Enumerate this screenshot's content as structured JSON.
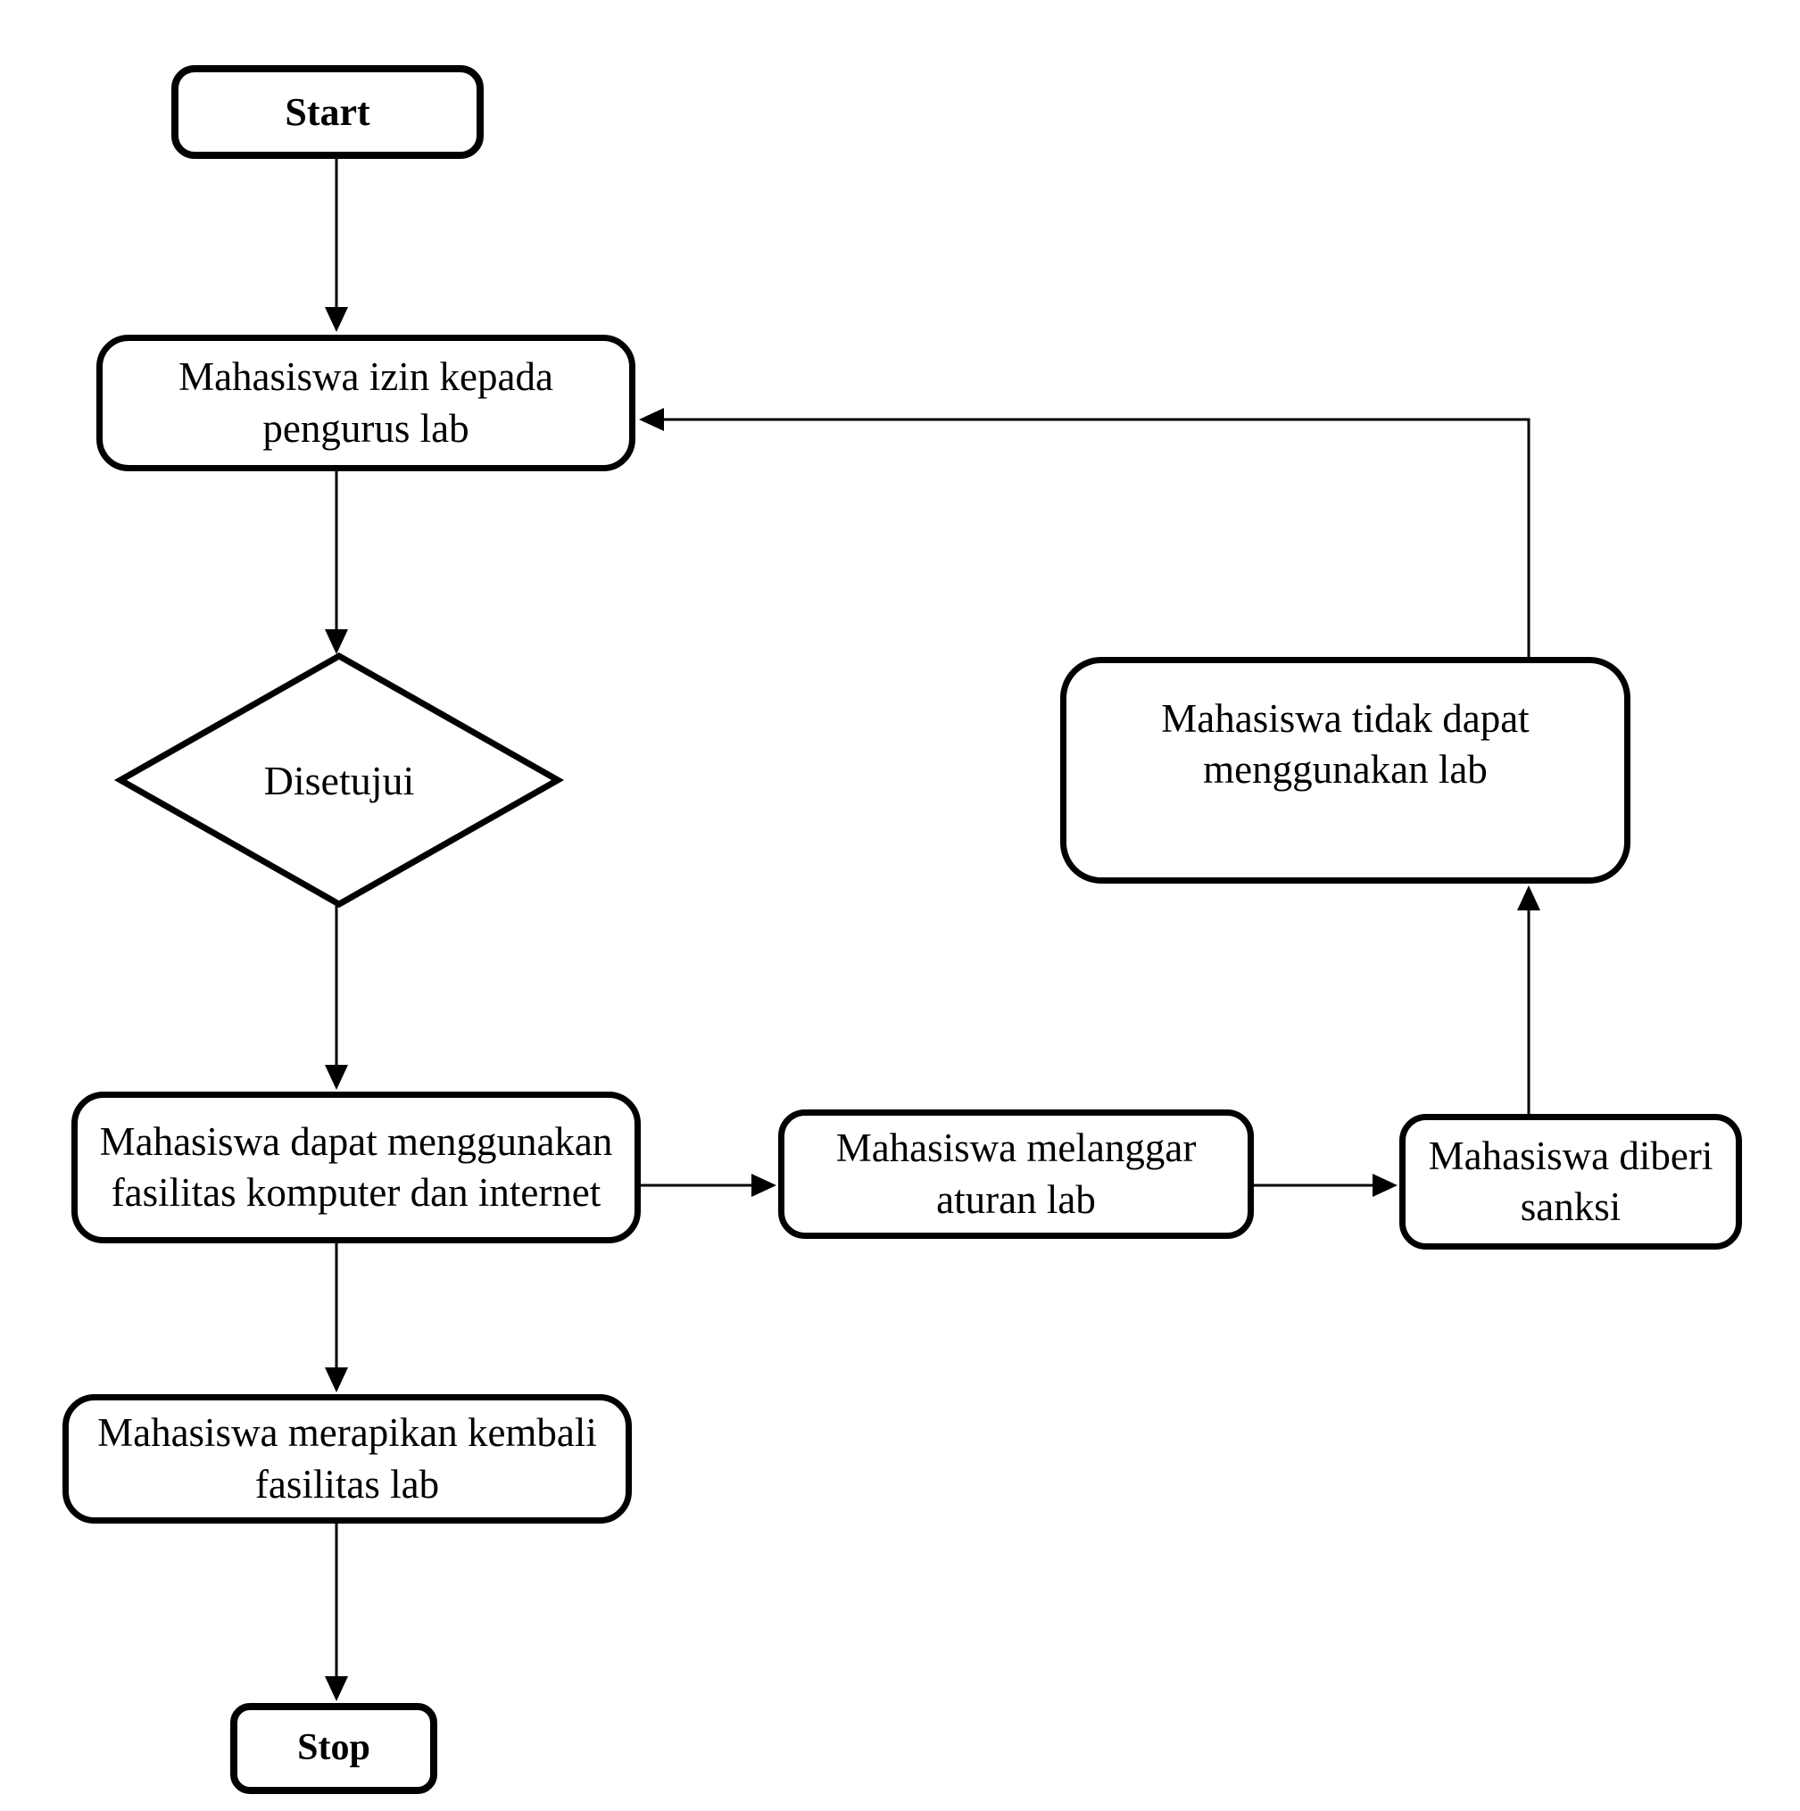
{
  "page": {
    "background_color": "#ffffff",
    "ink_color": "#000000",
    "description": "Flowchart of computer lab usage procedure for students"
  },
  "flowchart": {
    "nodes": {
      "start": {
        "type": "terminator",
        "label": "Start"
      },
      "izin": {
        "type": "process",
        "label": "Mahasiswa izin kepada\npengurus lab"
      },
      "disetujui": {
        "type": "decision",
        "label": "Disetujui"
      },
      "dapat": {
        "type": "process",
        "label": "Mahasiswa dapat menggunakan\nfasilitas komputer dan internet"
      },
      "melanggar": {
        "type": "process",
        "label": "Mahasiswa melanggar\naturan lab"
      },
      "sanksi": {
        "type": "process",
        "label": "Mahasiswa diberi\nsanksi"
      },
      "tidak": {
        "type": "process",
        "label": "Mahasiswa tidak dapat\nmenggunakan lab"
      },
      "merapikan": {
        "type": "process",
        "label": "Mahasiswa merapikan kembali\nfasilitas lab"
      },
      "stop": {
        "type": "terminator",
        "label": "Stop"
      }
    },
    "edges": [
      {
        "from": "start",
        "to": "izin"
      },
      {
        "from": "izin",
        "to": "disetujui"
      },
      {
        "from": "disetujui",
        "to": "dapat"
      },
      {
        "from": "dapat",
        "to": "melanggar"
      },
      {
        "from": "melanggar",
        "to": "sanksi"
      },
      {
        "from": "sanksi",
        "to": "tidak"
      },
      {
        "from": "tidak",
        "to": "izin"
      },
      {
        "from": "dapat",
        "to": "merapikan"
      },
      {
        "from": "merapikan",
        "to": "stop"
      }
    ]
  }
}
